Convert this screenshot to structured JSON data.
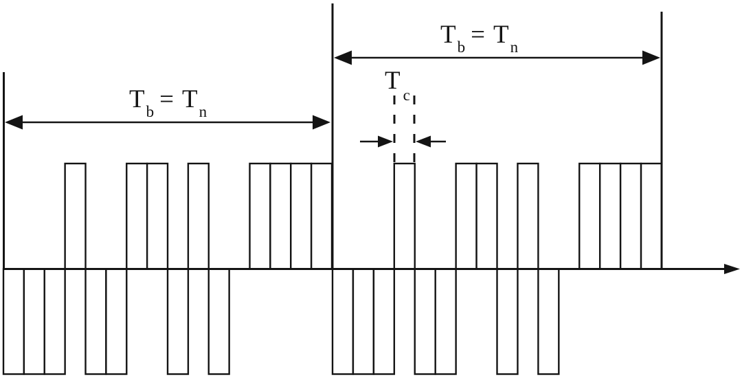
{
  "figure": {
    "labels": {
      "bit_period_left": {
        "sym1": "T",
        "sub1": "b",
        "eq": "=",
        "sym2": "T",
        "sub2": "n"
      },
      "bit_period_right": {
        "sym1": "T",
        "sub1": "b",
        "eq": "=",
        "sym2": "T",
        "sub2": "n"
      },
      "chip_period": {
        "sym": "T",
        "sub": "c"
      }
    },
    "waveform": {
      "type": "binary-pn-chip-sequence",
      "num_bit_periods": 2,
      "chips_per_bit": 16,
      "chip_levels_per_bit": [
        "low",
        "low",
        "low",
        "high",
        "low",
        "low",
        "high",
        "high",
        "low",
        "high",
        "low",
        "zero",
        "high",
        "high",
        "high",
        "high"
      ]
    },
    "colors": {
      "line": "#141414",
      "background": "#ffffff"
    }
  }
}
